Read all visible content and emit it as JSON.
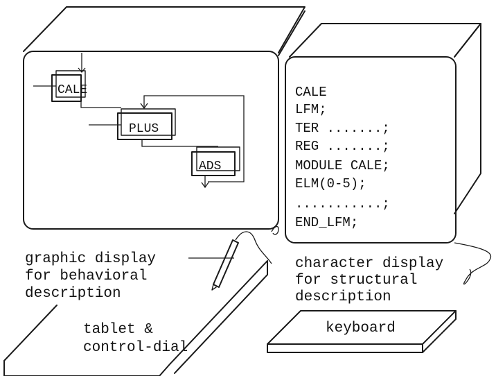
{
  "graphic_display": {
    "modules": [
      "CALE",
      "PLUS",
      "ADS"
    ],
    "caption": [
      "graphic display",
      "for behavioral",
      "description"
    ]
  },
  "character_display": {
    "lines": [
      "CALE",
      "LFM;",
      "TER .......;",
      "REG .......;",
      "MODULE CALE;",
      "ELM(0-5);",
      "...........;",
      "END_LFM;"
    ],
    "caption": [
      "character display",
      "for structural",
      "description"
    ]
  },
  "tablet": {
    "caption": [
      "tablet &",
      "control-dial"
    ]
  },
  "keyboard": {
    "label": "keyboard"
  }
}
